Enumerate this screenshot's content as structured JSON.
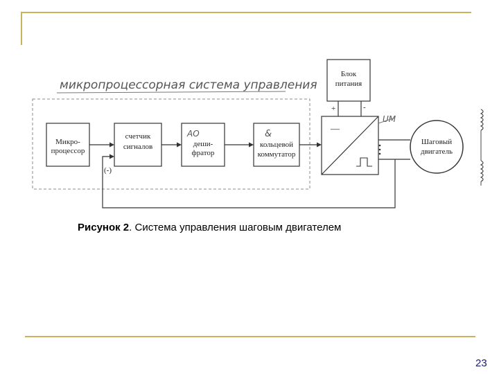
{
  "diagram": {
    "title": "микропроцессорная система управления",
    "blocks": {
      "microprocessor": [
        "Микро-",
        "процессор"
      ],
      "counter": [
        "счетчик",
        "сигналов"
      ],
      "decoder_tag": "АО",
      "decoder": [
        "деши-",
        "фратор"
      ],
      "ring_tag": "&",
      "ring": [
        "кольцевой",
        "коммутатор"
      ],
      "power": [
        "Блок",
        "питания"
      ],
      "motor": [
        "Шаговый",
        "двигатель"
      ]
    },
    "labels": {
      "plus": "+",
      "minus": "-",
      "um": "UM",
      "converter_minus": "—",
      "feedback": "(-)"
    }
  },
  "caption": {
    "prefix": "Рисунок 2",
    "text": ". Система управления шаговым двигателем"
  },
  "page_number": "23",
  "colors": {
    "accent": "#c8b25a",
    "line": "#333333",
    "dashed": "#888888"
  }
}
